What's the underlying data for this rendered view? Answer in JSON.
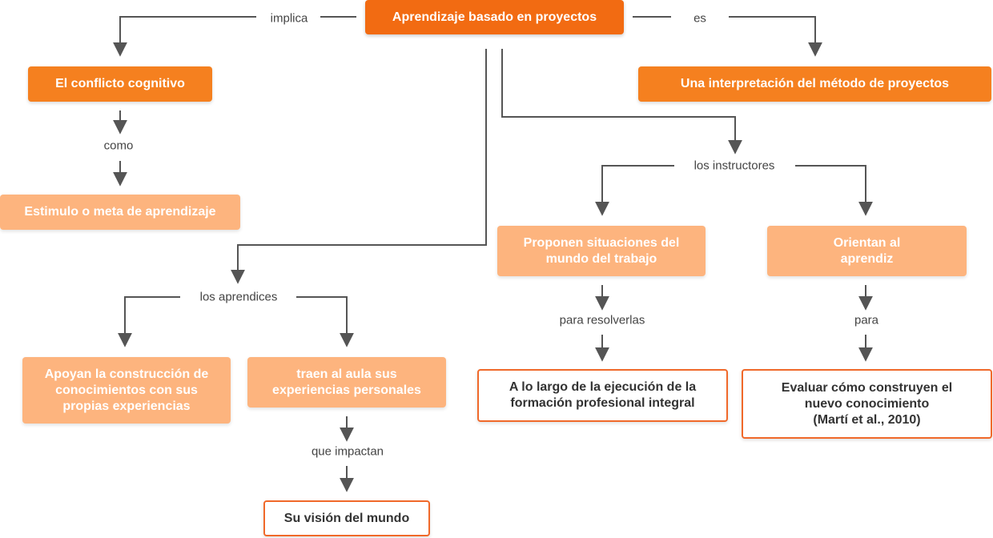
{
  "colors": {
    "main": "#f26b12",
    "primary": "#f5801f",
    "secondary": "#fdb47e",
    "outline": "#f0692a",
    "line": "#555555"
  },
  "nodes": {
    "root": "Aprendizaje  basado en proyectos",
    "conflicto": "El conflicto cognitivo",
    "interpretacion": "Una interpretación del método  de proyectos",
    "estimulo": "Estimulo o meta de aprendizaje",
    "proponen": "Proponen situaciones del\nmundo del trabajo",
    "orientan": "Orientan al\naprendiz",
    "apoyan": "Apoyan la construcción de\nconocimientos con sus\npropias experiencias",
    "traen": "traen al aula sus\nexperiencias personales",
    "lolargo": "A lo largo de la ejecución de la\nformación profesional integral",
    "evaluar": "Evaluar cómo construyen el\nnuevo conocimiento\n(Martí et al., 2010)",
    "vision": "Su visión del mundo"
  },
  "connectors": {
    "implica": "implica",
    "es": "es",
    "como": "como",
    "instructores": "los instructores",
    "aprendices": "los aprendices",
    "resolverlas": "para resolverlas",
    "para": "para",
    "impactan": "que impactan"
  }
}
